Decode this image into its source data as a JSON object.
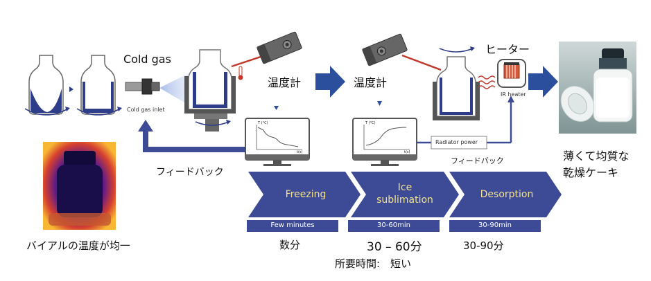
{
  "labels": {
    "cold_gas": "Cold gas",
    "cold_gas_inlet": "Cold gas inlet",
    "thermometer_1": "温度計",
    "thermometer_2": "温度計",
    "heater": "ヒーター",
    "ir_heater": "IR heater",
    "radiator_power": "Radiator power",
    "feedback_left": "フィードバック",
    "feedback_right": "フィードバック",
    "result_line1": "薄くて均質な",
    "result_line2": "乾燥ケーキ",
    "vial_temp_uniform": "バイアルの温度が均一",
    "total_time": "所要時間:　短い"
  },
  "monitors": [
    {
      "t_label": "T (°C)",
      "x_label": "t(s)"
    },
    {
      "t_label": "T (°C)",
      "x_label": "t(s)"
    }
  ],
  "stages": [
    {
      "name": "Freezing",
      "bar": "Few minutes",
      "time_jp": "数分"
    },
    {
      "name": "Ice sublimation",
      "bar": "30-60min",
      "time_jp": "30 – 60分"
    },
    {
      "name": "Desorption",
      "bar": "30-90min",
      "time_jp": "30-90分"
    }
  ],
  "colors": {
    "navy": "#2e3d8a",
    "arrow_blue": "#2b4f9c",
    "bar": "#3d4a96",
    "chevron_text": "#f2e28c",
    "laser": "#c0392b"
  }
}
